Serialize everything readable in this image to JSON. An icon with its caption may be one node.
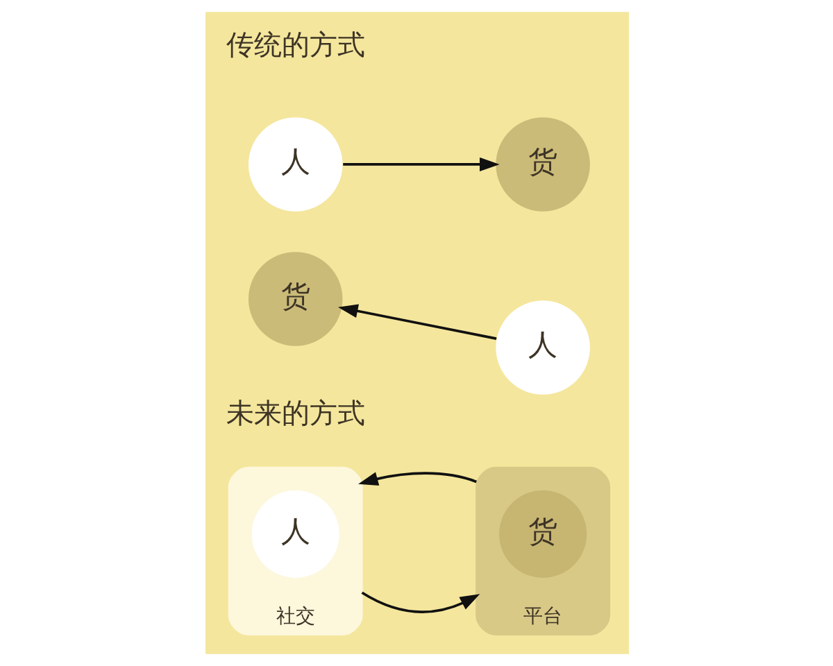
{
  "diagram": {
    "nodes": [
      {
        "text": [
          "人"
        ]
      },
      {
        "text": [
          "货"
        ]
      },
      {
        "text": [
          "货"
        ]
      },
      {
        "text": [
          "人"
        ]
      },
      {
        "text": [
          "社交"
        ]
      },
      {
        "text": [
          "人"
        ],
        "in": 4
      },
      {
        "text": [
          "平台"
        ]
      },
      {
        "text": [
          "货"
        ],
        "in": 6
      }
    ],
    "edges": [
      {
        "from": 0,
        "to": 1,
        "arrow": "to"
      },
      {
        "from": 3,
        "to": 2,
        "arrow": "to"
      },
      {
        "from": 6,
        "to": 4,
        "arrow": "to"
      },
      {
        "from": 4,
        "to": 6,
        "arrow": "to"
      }
    ],
    "labels": [
      "传统的方式",
      "未来的方式"
    ]
  }
}
